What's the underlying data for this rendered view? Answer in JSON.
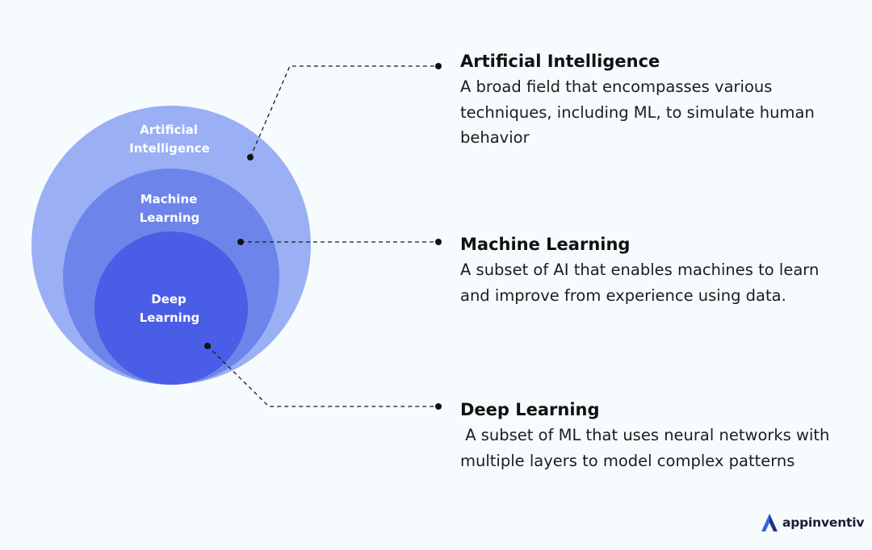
{
  "colors": {
    "background": "#f6fcfe",
    "outer_circle": "#9aaff4",
    "middle_circle": "#6d85ea",
    "inner_circle": "#4a5de6",
    "connector": "#1a1a1a",
    "logo_left": "#3a63d8",
    "logo_right": "#1e2e8a"
  },
  "circles": {
    "artificial_intelligence": {
      "label_line1": "Artificial",
      "label_line2": "Intelligence"
    },
    "machine_learning": {
      "label_line1": "Machine",
      "label_line2": "Learning"
    },
    "deep_learning": {
      "label_line1": "Deep",
      "label_line2": "Learning"
    }
  },
  "descriptions": [
    {
      "id": "ai",
      "title": "Artificial Intelligence",
      "text": "A broad field that encompasses various techniques, including ML, to simulate human behavior"
    },
    {
      "id": "ml",
      "title": "Machine Learning",
      "text": "A subset of AI that enables machines to learn and improve from experience using data."
    },
    {
      "id": "dl",
      "title": "Deep Learning",
      "text": " A subset of ML that uses neural networks with multiple layers to model complex patterns"
    }
  ],
  "brand": {
    "name": "appinventiv",
    "icon": "appinventiv-logo-icon"
  }
}
